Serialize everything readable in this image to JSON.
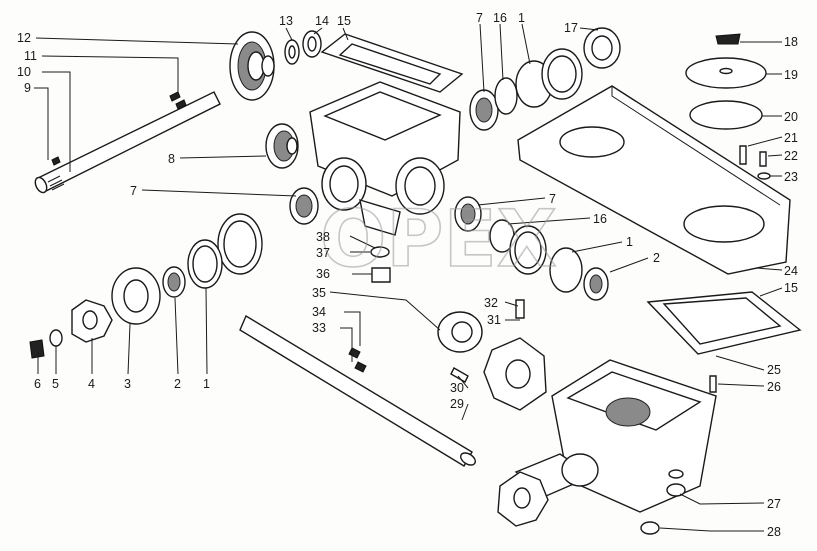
{
  "labels": [
    {
      "id": "l13",
      "text": "13"
    },
    {
      "id": "l14",
      "text": "14"
    },
    {
      "id": "l15a",
      "text": "15"
    },
    {
      "id": "l7a",
      "text": "7"
    },
    {
      "id": "l16a",
      "text": "16"
    },
    {
      "id": "l1a",
      "text": "1"
    },
    {
      "id": "l17",
      "text": "17"
    },
    {
      "id": "l18",
      "text": "18"
    },
    {
      "id": "l12",
      "text": "12"
    },
    {
      "id": "l11",
      "text": "11"
    },
    {
      "id": "l10",
      "text": "10"
    },
    {
      "id": "l9",
      "text": "9"
    },
    {
      "id": "l19",
      "text": "19"
    },
    {
      "id": "l20",
      "text": "20"
    },
    {
      "id": "l21",
      "text": "21"
    },
    {
      "id": "l22",
      "text": "22"
    },
    {
      "id": "l23",
      "text": "23"
    },
    {
      "id": "l8",
      "text": "8"
    },
    {
      "id": "l7b",
      "text": "7"
    },
    {
      "id": "l7c",
      "text": "7"
    },
    {
      "id": "l16b",
      "text": "16"
    },
    {
      "id": "l38",
      "text": "38"
    },
    {
      "id": "l37",
      "text": "37"
    },
    {
      "id": "l1b",
      "text": "1"
    },
    {
      "id": "l2a",
      "text": "2"
    },
    {
      "id": "l36",
      "text": "36"
    },
    {
      "id": "l24",
      "text": "24"
    },
    {
      "id": "l35",
      "text": "35"
    },
    {
      "id": "l15b",
      "text": "15"
    },
    {
      "id": "l32",
      "text": "32"
    },
    {
      "id": "l34",
      "text": "34"
    },
    {
      "id": "l31",
      "text": "31"
    },
    {
      "id": "l33",
      "text": "33"
    },
    {
      "id": "l25",
      "text": "25"
    },
    {
      "id": "l26",
      "text": "26"
    },
    {
      "id": "l30",
      "text": "30"
    },
    {
      "id": "l29",
      "text": "29"
    },
    {
      "id": "l6",
      "text": "6"
    },
    {
      "id": "l5",
      "text": "5"
    },
    {
      "id": "l4",
      "text": "4"
    },
    {
      "id": "l3",
      "text": "3"
    },
    {
      "id": "l2b",
      "text": "2"
    },
    {
      "id": "l1c",
      "text": "1"
    },
    {
      "id": "l27",
      "text": "27"
    },
    {
      "id": "l28",
      "text": "28"
    }
  ],
  "watermark": "OPEX"
}
